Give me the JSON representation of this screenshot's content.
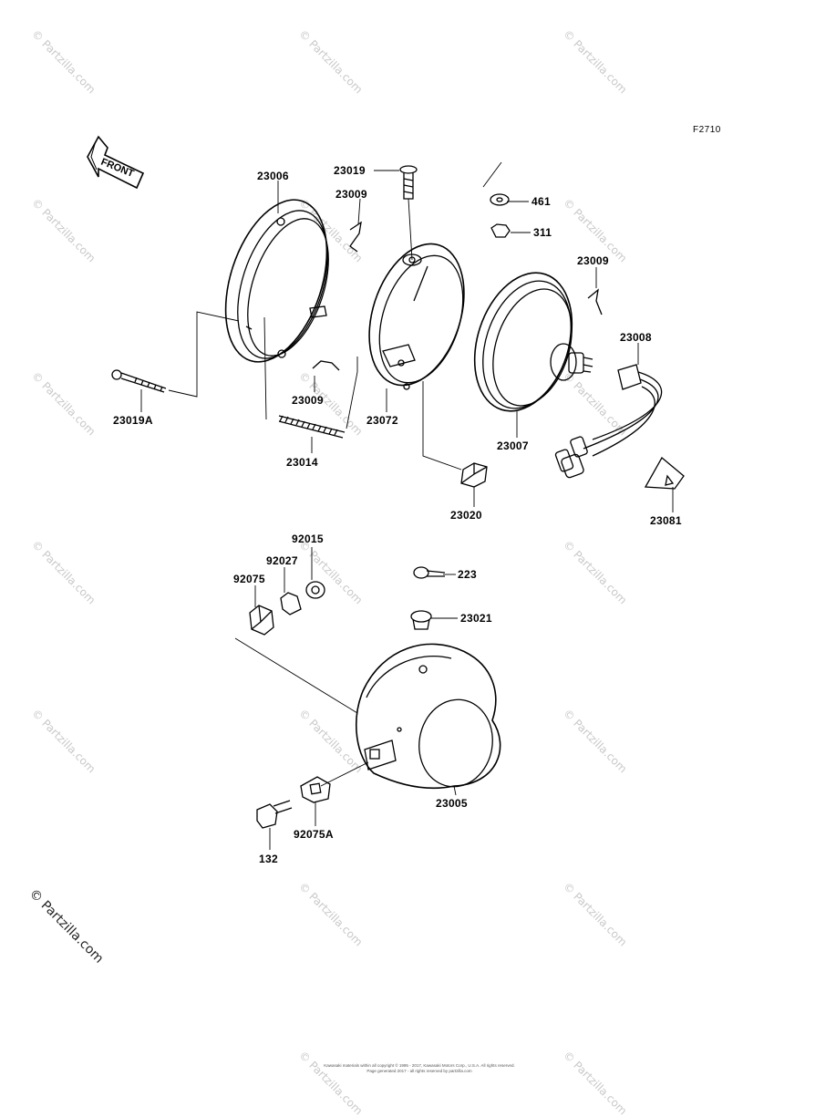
{
  "figure_code": "F2710",
  "front_label": "FRONT",
  "watermark": "© Partzilla.com",
  "corner_watermark": "© Partzilla.com",
  "footer_lines": [
    "Kawasaki materials within all copyright © 1995 - 2017, Kawasaki Motors Corp., U.S.A. All rights reserved.",
    "Page generated 2017 - all rights reserved by partzilla.com"
  ],
  "parts": {
    "p23006": "23006",
    "p23019": "23019",
    "p23009_a": "23009",
    "p461": "461",
    "p311": "311",
    "p23009_b": "23009",
    "p23008": "23008",
    "p23019A": "23019A",
    "p23009_c": "23009",
    "p23072": "23072",
    "p23007": "23007",
    "p23014": "23014",
    "p23020": "23020",
    "p23081": "23081",
    "p92015": "92015",
    "p92027": "92027",
    "p92075": "92075",
    "p223": "223",
    "p23021": "23021",
    "p23005": "23005",
    "p92075A": "92075A",
    "p132": "132"
  }
}
